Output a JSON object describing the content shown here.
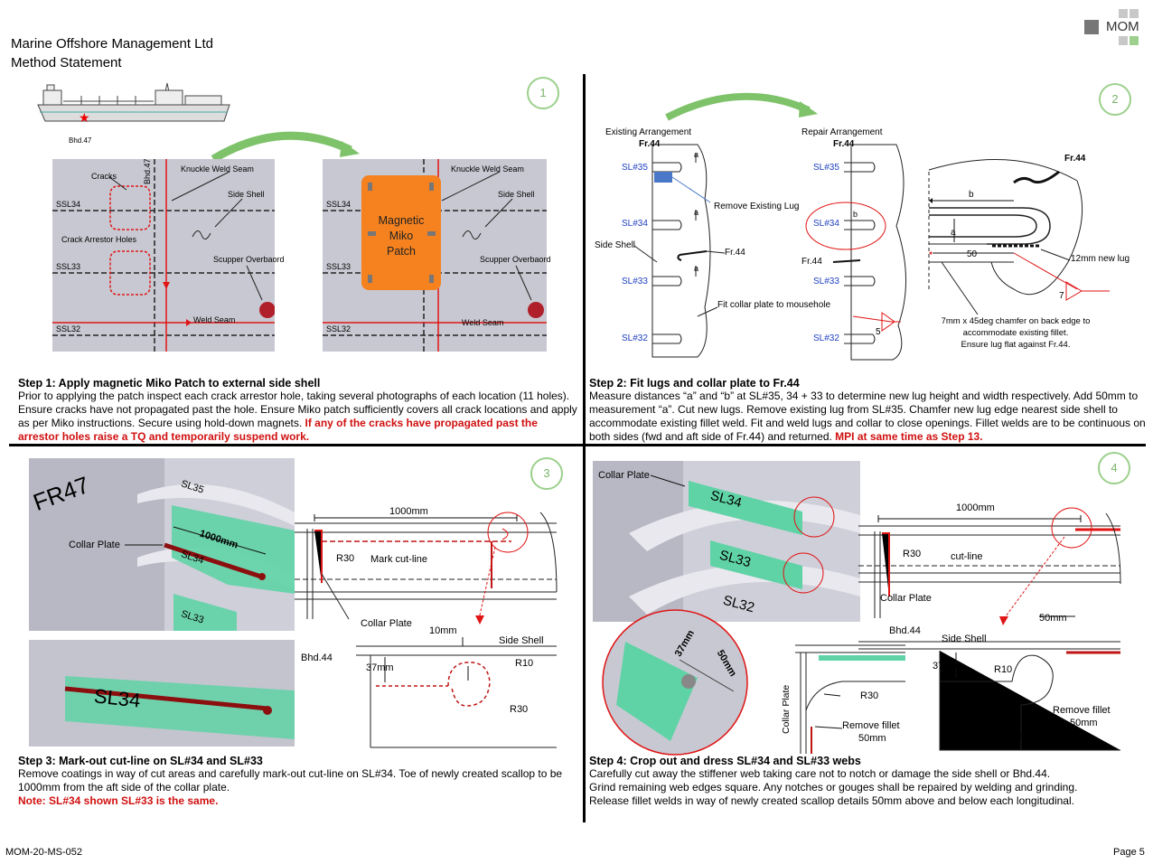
{
  "header": {
    "company": "Marine Offshore Management Ltd",
    "doc_type": "Method Statement",
    "logo": "MOM"
  },
  "ship_diagram": {
    "label": "Bhd.47"
  },
  "panel1": {
    "number": "1",
    "left_labels": {
      "cracks": "Cracks",
      "bhd": "Bhd.47",
      "knuckle": "Knuckle Weld Seam",
      "side_shell": "Side Shell",
      "ssl34": "SSL34",
      "crack_arrestor": "Crack Arrestor Holes",
      "ssl33": "SSL33",
      "scupper": "Scupper Overbaord",
      "ssl32": "SSL32",
      "weld_seam": "Weld Seam"
    },
    "right_labels": {
      "knuckle": "Knuckle Weld Seam",
      "side_shell": "Side Shell",
      "ssl34": "SSL34",
      "patch_line1": "Magnetic",
      "patch_line2": "Miko",
      "patch_line3": "Patch",
      "ssl33": "SSL33",
      "scupper": "Scupper Overbaord",
      "ssl32": "SSL32",
      "weld_seam": "Weld Seam"
    },
    "title": "Step 1: Apply magnetic Miko Patch to external side shell",
    "body": "Prior to applying the patch inspect each crack arrestor hole, taking several photographs of each location (11 holes).  Ensure cracks have not propagated past the hole.  Ensure Miko patch sufficiently covers all crack locations and apply as per Miko instructions.  Secure using hold-down magnets.  ",
    "warning": "If any of the cracks have propagated past the arrestor holes raise a TQ and temporarily suspend work."
  },
  "panel2": {
    "number": "2",
    "existing": "Existing Arrangement",
    "repair": "Repair Arrangement",
    "fr44": "Fr.44",
    "sl35": "SL#35",
    "sl34": "SL#34",
    "sl33": "SL#33",
    "sl32": "SL#32",
    "remove_lug": "Remove Existing Lug",
    "side_shell": "Side Shell",
    "fit_collar": "Fit collar plate to mousehole",
    "a": "a",
    "b": "b",
    "fifty": "50",
    "new_lug": "12mm new lug",
    "seven": "7",
    "five": "5",
    "chamfer1": "7mm x 45deg chamfer on back edge to",
    "chamfer2": "accommodate existing fillet.",
    "chamfer3": "Ensure lug flat against Fr.44.",
    "title": "Step 2: Fit lugs and collar plate to Fr.44",
    "body": "Measure distances “a” and “b” at SL#35, 34 + 33 to determine new lug height and width respectively.  Add 50mm to measurement “a”.  Cut new lugs.  Remove existing lug from SL#35. Chamfer new lug edge nearest side shell to accommodate existing fillet weld.  Fit and weld lugs and collar to close openings.  Fillet welds are to be continuous on both sides (fwd and aft side of Fr.44) and returned.  ",
    "warning": "MPI at same time as Step 13."
  },
  "panel3": {
    "number": "3",
    "fr47": "FR47",
    "sl35": "SL35",
    "collar_plate": "Collar Plate",
    "dim_1000": "1000mm",
    "sl34": "SL34",
    "sl33": "SL33",
    "sl34_big": "SL34",
    "dwg_1000": "1000mm",
    "r30": "R30",
    "mark_cut": "Mark cut-line",
    "collar_plate2": "Collar Plate",
    "bhd44": "Bhd.44",
    "dim_10": "10mm",
    "side_shell": "Side Shell",
    "dim_37": "37mm",
    "r10": "R10",
    "r30b": "R30",
    "title": "Step 3: Mark-out cut-line on SL#34 and SL#33",
    "body": "Remove coatings in way of cut areas and carefully mark-out cut-line on SL#34.  Toe of newly created scallop to be 1000mm from the aft side of the collar plate.",
    "warning": "Note: SL#34 shown SL#33 is the same."
  },
  "panel4": {
    "number": "4",
    "collar_plate": "Collar Plate",
    "sl34": "SL34",
    "sl33": "SL33",
    "sl32": "SL32",
    "dim_37": "37mm",
    "dim_50": "50mm",
    "dwg_1000": "1000mm",
    "r30": "R30",
    "cut_line": "cut-line",
    "collar_plate2": "Collar Plate",
    "bhd44": "Bhd.44",
    "dim_50b": "50mm",
    "side_shell": "Side Shell",
    "dim_37b": "37mm",
    "r10": "R10",
    "r30b": "R30",
    "collar_plate_v": "Collar Plate",
    "remove_fillet1": "Remove fillet",
    "fifty_mm1": "50mm",
    "remove_fillet2": "Remove fillet",
    "fifty_mm2": "50mm",
    "r30c": "R30",
    "title": "Step 4: Crop out and dress SL#34 and SL#33 webs",
    "body1": "Carefully cut away the stiffener web taking care not to notch or damage the side shell or Bhd.44.",
    "body2": "Grind remaining web edges square.  Any notches or gouges shall be repaired by welding and grinding.",
    "body3": "Release fillet welds in way of newly created scallop details 50mm above and below each longitudinal."
  },
  "footer": {
    "doc_ref": "MOM-20-MS-052",
    "page": "Page 5"
  },
  "colors": {
    "accent_green": "#9cd08c",
    "patch_orange": "#f5821f",
    "warning_red": "#d01010",
    "collar_green": "#5fd3a6"
  }
}
